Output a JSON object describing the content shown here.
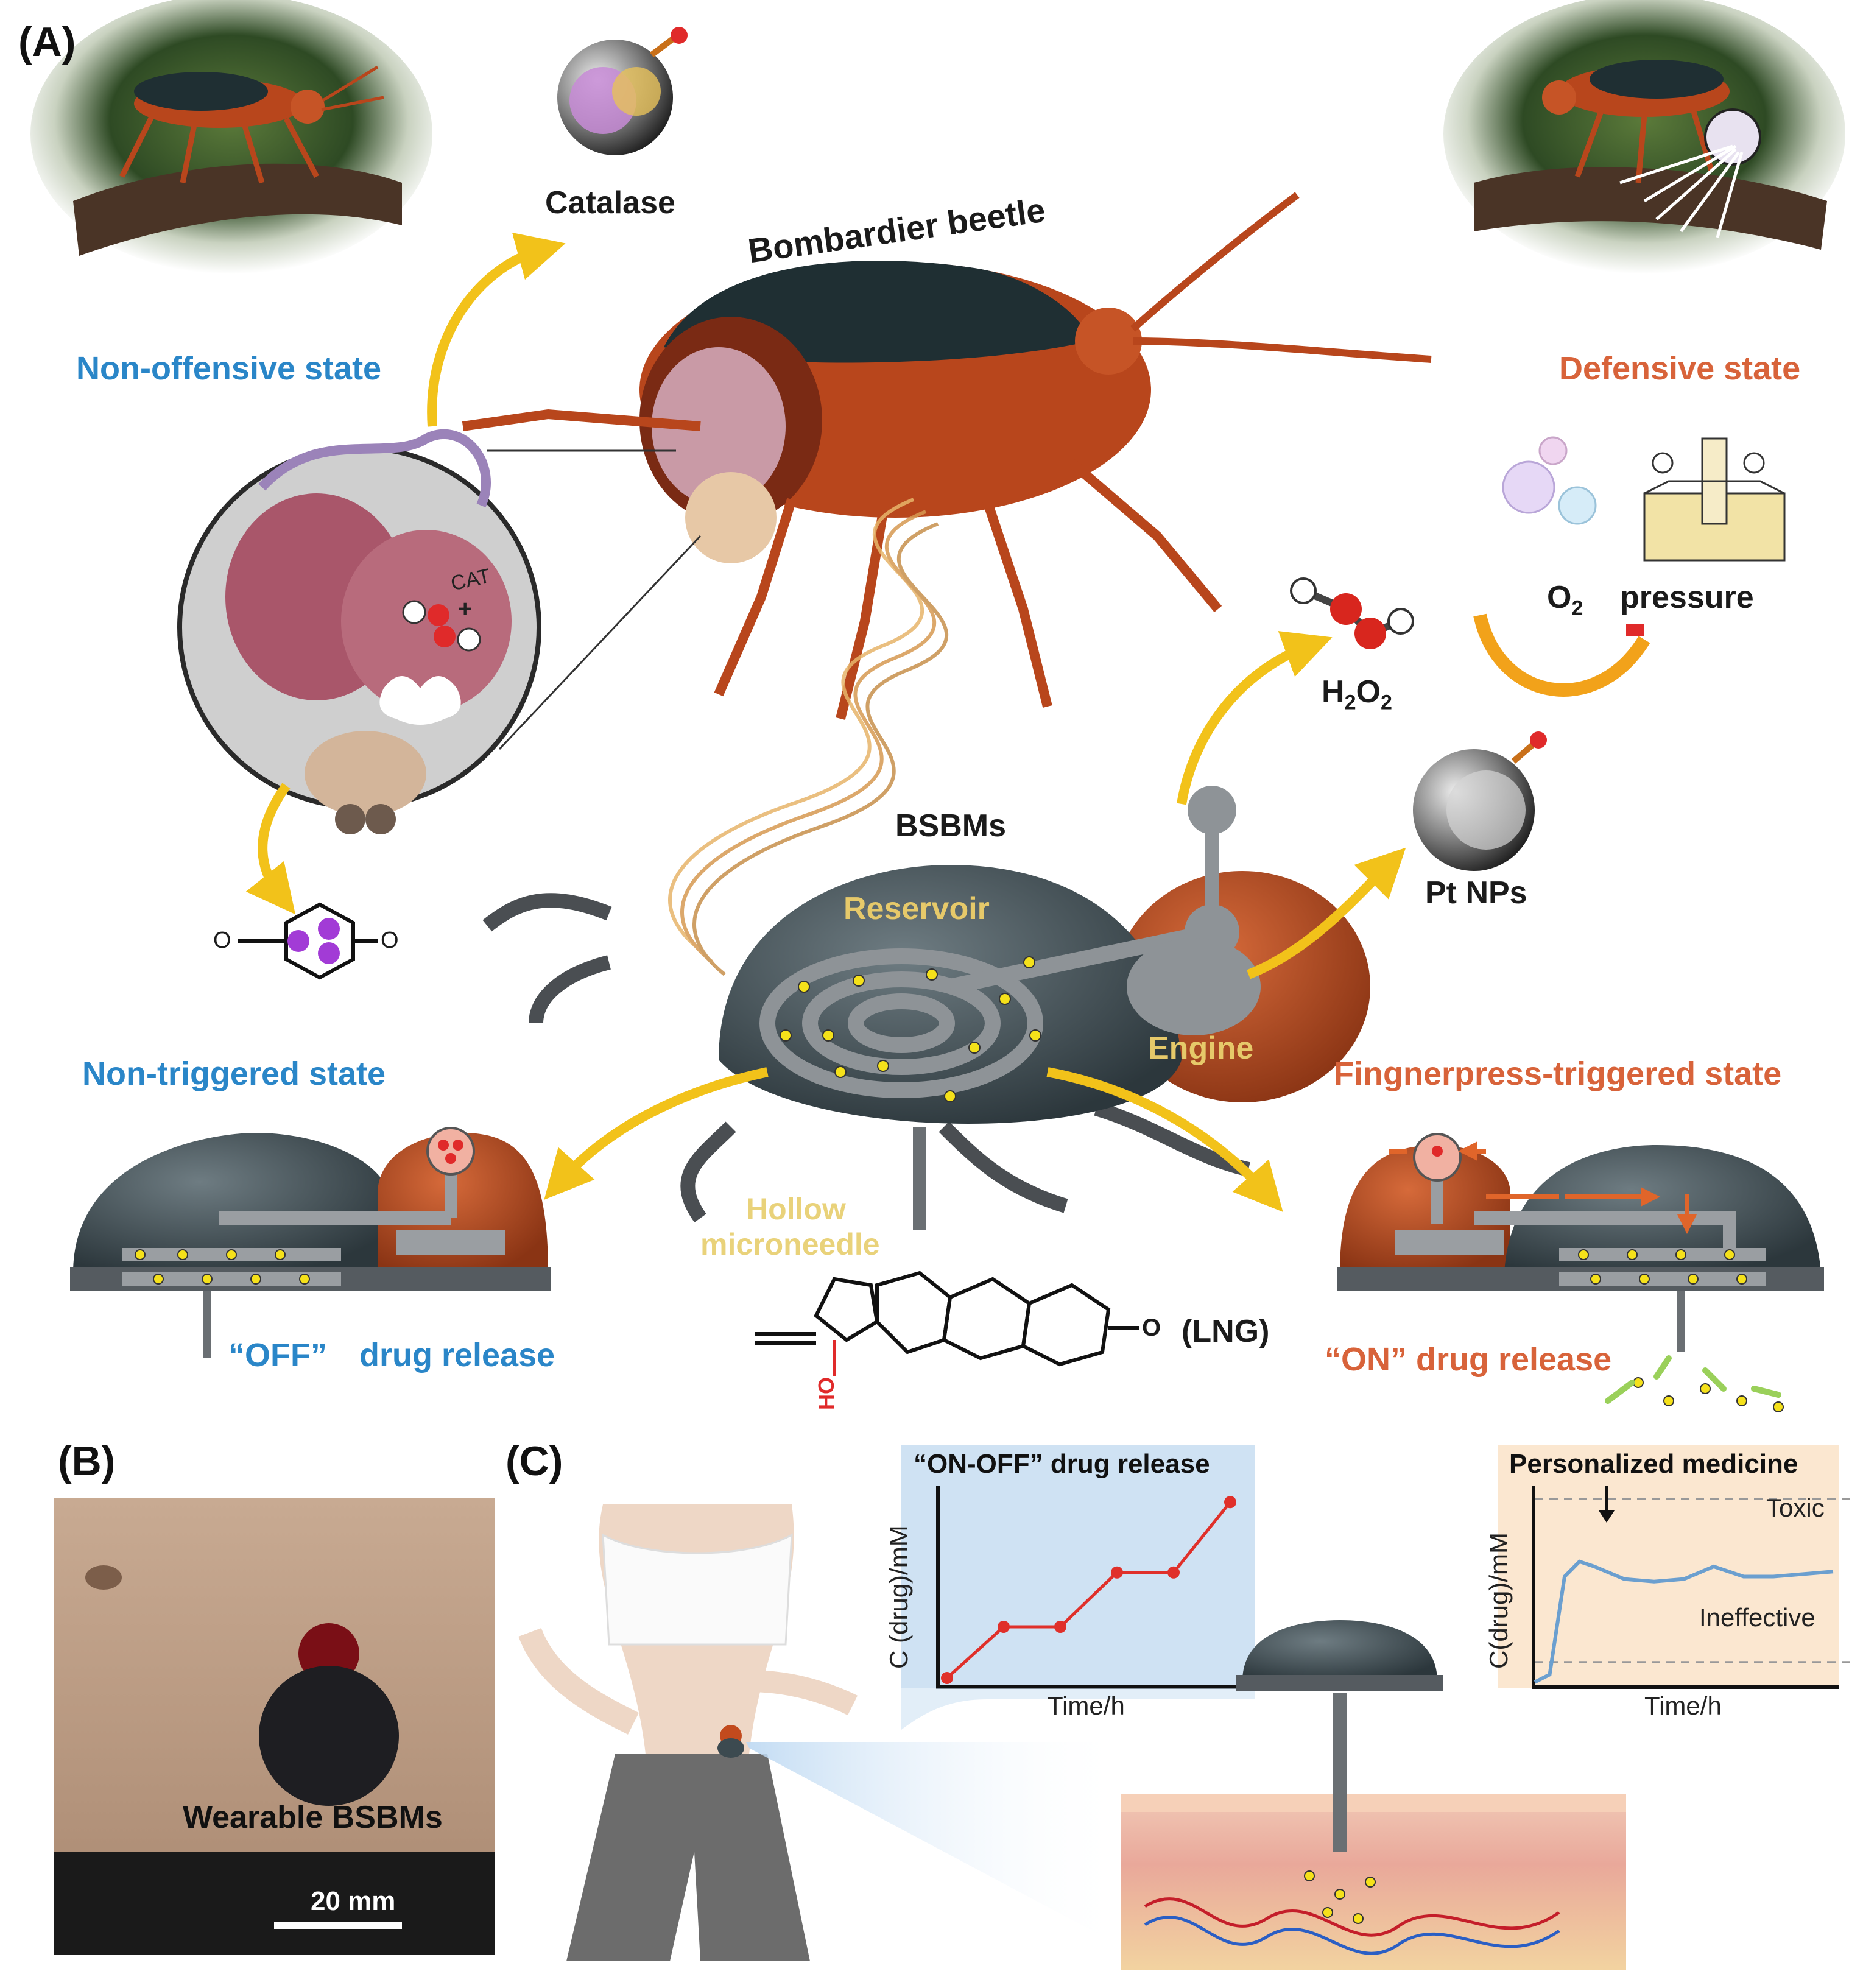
{
  "panels": {
    "a": "(A)",
    "b": "(B)",
    "c": "(C)"
  },
  "labels": {
    "catalase": "Catalase",
    "beetle": "Bombardier beetle",
    "non_offensive": "Non-offensive state",
    "defensive": "Defensive state",
    "cat": "CAT",
    "plus": "+",
    "o2_pressure": "pressure",
    "o2": "O",
    "o2_sub": "2",
    "h2o2_h": "H",
    "h2o2_sub1": "2",
    "h2o2_o": "O",
    "h2o2_sub2": "2",
    "pt_nps": "Pt NPs",
    "bsbms": "BSBMs",
    "reservoir": "Reservoir",
    "engine": "Engine",
    "non_triggered": "Non-triggered state",
    "fingerpress": "Fingnerpress-triggered state",
    "hollow": "Hollow",
    "microneedle": "microneedle",
    "off_release_q": "“OFF”",
    "off_release": "drug release",
    "on_release": "“ON” drug release",
    "lng": "(LNG)",
    "quinone_o_left": "O",
    "quinone_o_right": "O",
    "lng_o": "O",
    "lng_ho": "HO",
    "wearable": "Wearable BSBMs",
    "scale": "20 mm"
  },
  "chart_data": [
    {
      "type": "line",
      "title": "“ON-OFF” drug release",
      "xlabel": "Time/h",
      "ylabel": "C (drug)/mM",
      "x": [
        0,
        1,
        2,
        3,
        4,
        5
      ],
      "values": [
        0,
        1.6,
        1.6,
        3.3,
        3.3,
        5.5
      ],
      "ylim": [
        0,
        6
      ],
      "color": "#e0302a",
      "background": "#cfe2f3"
    },
    {
      "type": "line",
      "title": "Personalized medicine",
      "xlabel": "Time/h",
      "ylabel": "C(drug)/mM",
      "x": [
        0,
        0.5,
        1,
        1.5,
        2,
        3,
        4,
        5,
        6,
        7,
        8,
        9,
        10
      ],
      "values": [
        0.2,
        0.5,
        4.4,
        5.0,
        4.8,
        4.3,
        4.2,
        4.3,
        4.8,
        4.4,
        4.4,
        4.5,
        4.6
      ],
      "ylim": [
        0,
        8
      ],
      "thresholds": [
        {
          "label": "Toxic",
          "value": 7.5
        },
        {
          "label": "Ineffective",
          "value": 1.0
        }
      ],
      "color": "#6b9fcf",
      "background": "#fbe7d0"
    }
  ],
  "colors": {
    "blue": "#2a86c8",
    "orange": "#d8633a",
    "beetle": "#c24a1d",
    "shell": "#3c4a50",
    "arrow": "#f2c21a"
  }
}
